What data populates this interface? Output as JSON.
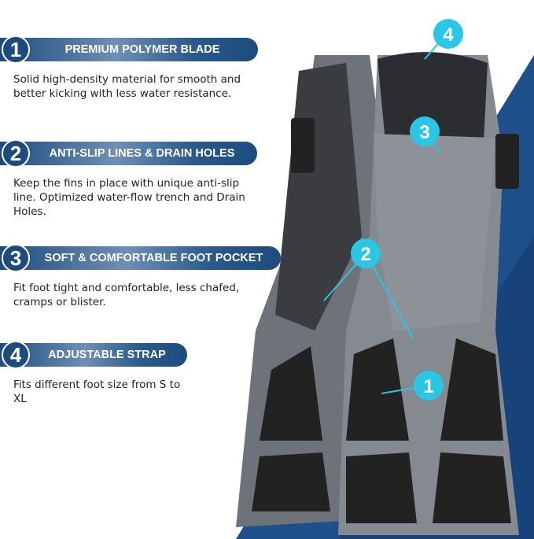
{
  "features": [
    {
      "number": "1",
      "title": "PREMIUM POLYMER BLADE",
      "description": "Solid high-density material for smooth and better kicking with less water resistance."
    },
    {
      "number": "2",
      "title": "ANTI-SLIP LINES & DRAIN HOLES",
      "description": "Keep the fins in place with unique anti-slip line. Optimized water-flow trench and Drain Holes."
    },
    {
      "number": "3",
      "title": "SOFT & COMFORTABLE FOOT POCKET",
      "description": "Fit foot tight and comfortable, less chafed, cramps or blister."
    },
    {
      "number": "4",
      "title": "ADJUSTABLE STRAP",
      "description": "Fits different foot size from S to XL"
    }
  ],
  "callouts": [
    "1",
    "2",
    "3",
    "4"
  ],
  "colors": {
    "banner": "#1d4b7d",
    "background_accent": "#1d4f8a",
    "callout": "#29c6e6",
    "fin": "#7b8087",
    "fin_dark": "#2b2d30"
  }
}
